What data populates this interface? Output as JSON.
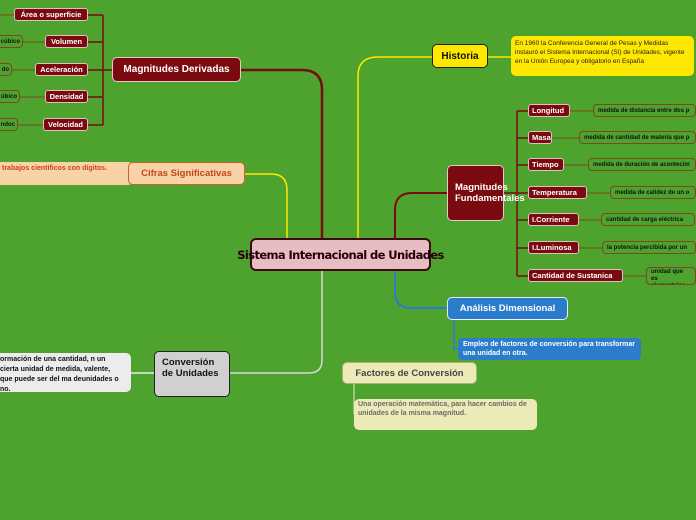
{
  "central": "Sistema Internacional de Unidades",
  "derivadas": {
    "title": "Magnitudes Derivadas",
    "items": [
      {
        "label": "Área o superficie",
        "leaf": ""
      },
      {
        "label": "Volumen",
        "leaf": "cúbico"
      },
      {
        "label": "Aceleración",
        "leaf": "do"
      },
      {
        "label": "Densidad",
        "leaf": "úbico"
      },
      {
        "label": "Velocidad",
        "leaf": "ndoc"
      }
    ]
  },
  "fundamentales": {
    "title": "Magnitudes Fundamentales",
    "items": [
      {
        "label": "Longitud",
        "leaf": "medida de distancia entre dos p"
      },
      {
        "label": "Masa",
        "leaf": "medida de cantidad de materia que p"
      },
      {
        "label": "Tiempo",
        "leaf": "medida de duración de acontecim"
      },
      {
        "label": "Temperatura",
        "leaf": "medida de calidez de un o"
      },
      {
        "label": "I.Corriente",
        "leaf": "cantidad de carga eléctrica"
      },
      {
        "label": "I.Luminosa",
        "leaf": "la potencia percibida por un"
      },
      {
        "label": "Cantidad de Sustanica",
        "leaf": "unidad que es elementales pr"
      }
    ]
  },
  "historia": {
    "title": "Historia",
    "text": "En 1960 la Conferencia General de Pesas y Medidas instauró el Sistema Internacional (SI) de Unidades, vigente en la Unión Europea y obligatorio en España"
  },
  "cifras": {
    "title": "Cifras Significativas",
    "text": "trabajos científicos con dígitos."
  },
  "conversion": {
    "title": "Conversión de Unidades",
    "text": "ormación de una cantidad, n un cierta unidad de medida, valente, que puede ser del ma deunidades o no."
  },
  "analisis": {
    "title": "Análisis Dimensional",
    "text": "Empleo de factores de conversión para transformar una unidad en otra."
  },
  "factores": {
    "title": "Factores de Conversión",
    "text": "Una operación matemática, para hacer cambios de unidades de la misma magnitud."
  },
  "colors": {
    "background": "#4ea32f",
    "maroon": "#7b0a10",
    "central_fill": "#e7bdc4",
    "historia_yellow": "#ffe800",
    "cifras_orange": "#f9d2a8",
    "analisis_blue": "#2b7ccb",
    "factores_beige": "#ecebb8",
    "conversion_gray": "#d0d0d0"
  }
}
